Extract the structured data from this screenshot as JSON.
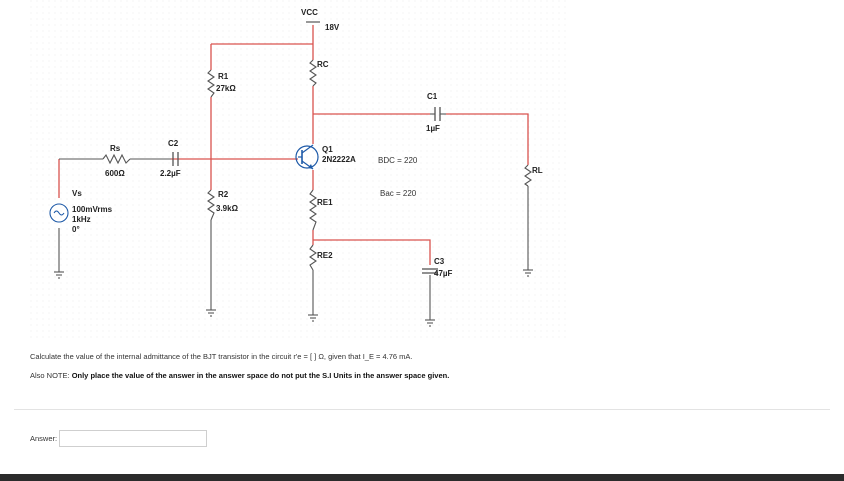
{
  "circuit": {
    "vcc": "VCC",
    "vcc_value": "18V",
    "rc": "RC",
    "r1": "R1",
    "r1_value": "27kΩ",
    "r2": "R2",
    "r2_value": "3.9kΩ",
    "c1": "C1",
    "c1_value": "1µF",
    "c2": "C2",
    "c2_value": "2.2µF",
    "c3": "C3",
    "c3_value": "47µF",
    "rs": "Rs",
    "rs_value": "600Ω",
    "rl": "RL",
    "q1": "Q1",
    "q1_model": "2N2222A",
    "bdc": "BDC = 220",
    "bac": "Bac = 220",
    "re1": "RE1",
    "re2": "RE2",
    "vs": "Vs",
    "vs_amp": "100mVrms",
    "vs_freq": "1kHz",
    "vs_phase": "0°"
  },
  "question": {
    "text": "Calculate the value of the internal admittance of the BJT transistor in the circuit r'e = [ ] Ω, given that I_E = 4.76 mA.",
    "note_prefix": "Also NOTE:",
    "note_bold": "Only place the value of the answer in the answer space do not put the S.I Units in the answer space given."
  },
  "answer": {
    "label": "Answer:",
    "value": ""
  },
  "colors": {
    "wire_red": "#d9534f",
    "wire_dark": "#555555",
    "transistor_blue": "#1e5aa8"
  }
}
